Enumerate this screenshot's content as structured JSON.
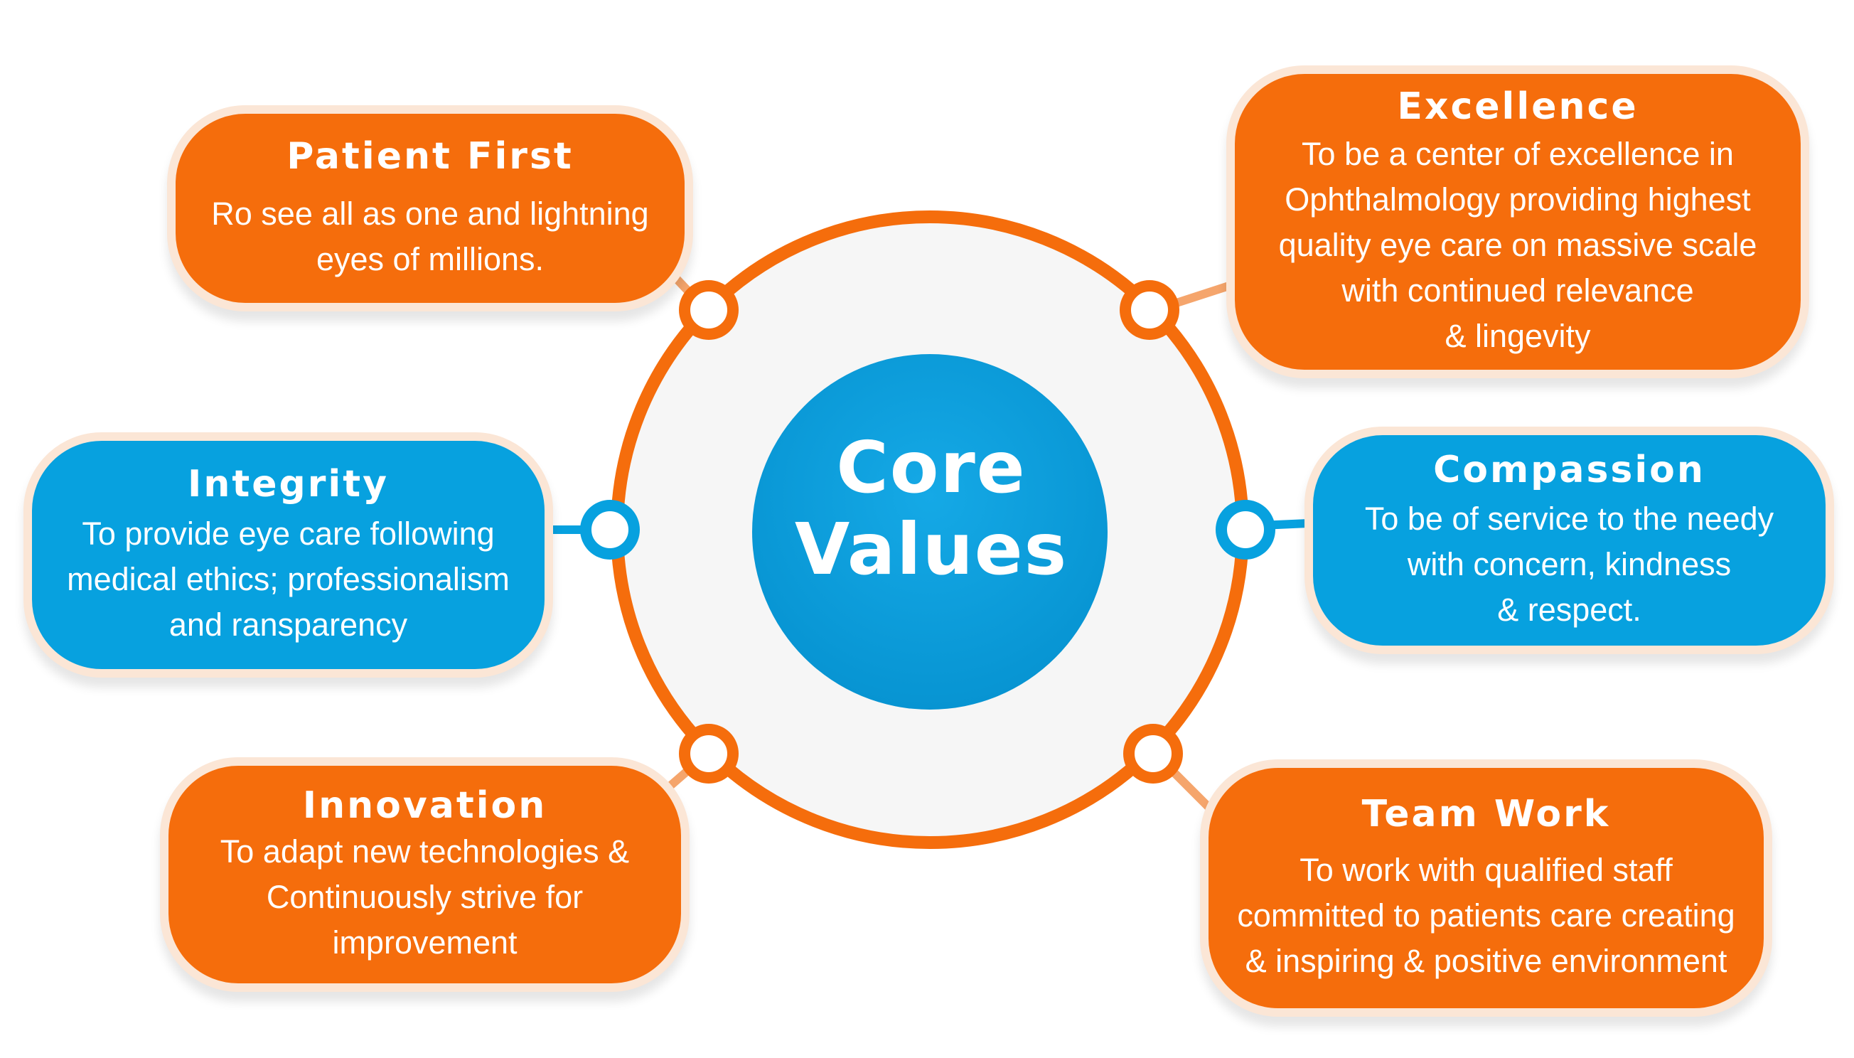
{
  "diagram": {
    "center": {
      "label": "Core\nValues"
    },
    "values": [
      {
        "title": "Patient First",
        "description": "Ro see all as one and lightning\neyes of millions."
      },
      {
        "title": "Excellence",
        "description": "To be a center of excellence in\nOphthalmology providing highest\nquality eye care on massive scale\nwith continued relevance\n& lingevity"
      },
      {
        "title": "Integrity",
        "description": "To provide eye care following\nmedical ethics; professionalism\nand ransparency"
      },
      {
        "title": "Compassion",
        "description": "To be of service to the needy\nwith concern, kindness\n& respect."
      },
      {
        "title": "Innovation",
        "description": "To adapt new technologies &\nContinuously strive for\nimprovement"
      },
      {
        "title": "Team Work",
        "description": "To work with qualified staff\ncommitted to patients care creating\n& inspiring & positive environment"
      }
    ]
  },
  "colors": {
    "orange": "#f56d0c",
    "blue": "#07a1df",
    "ring_fill": "#f6f6f6",
    "card_border": "#fbe6d6",
    "text": "#ffffff"
  }
}
